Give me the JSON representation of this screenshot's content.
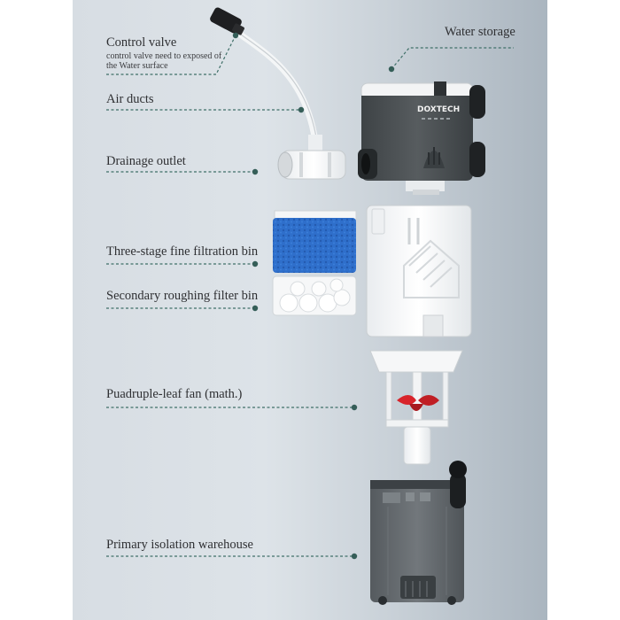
{
  "labels": {
    "control_valve": "Control valve",
    "control_valve_note_1": "control valve need to exposed of",
    "control_valve_note_2": "the Water surface",
    "water_storage": "Water storage",
    "air_ducts": "Air ducts",
    "drainage_outlet": "Drainage outlet",
    "three_stage_bin": "Three-stage fine filtration bin",
    "secondary_bin": "Secondary roughing filter bin",
    "quadruple_fan": "Puadruple-leaf fan (math.)",
    "primary_warehouse": "Primary isolation warehouse"
  },
  "brand": {
    "logo_text": "DOXTECH"
  },
  "colors": {
    "label_text": "#2f3033",
    "leader_line": "#3f6f68",
    "motor_housing": "#4a4f52",
    "sponge_blue": "#2f6fcb",
    "impeller_red": "#d8232a",
    "tank_tint": "#5a5f63"
  }
}
